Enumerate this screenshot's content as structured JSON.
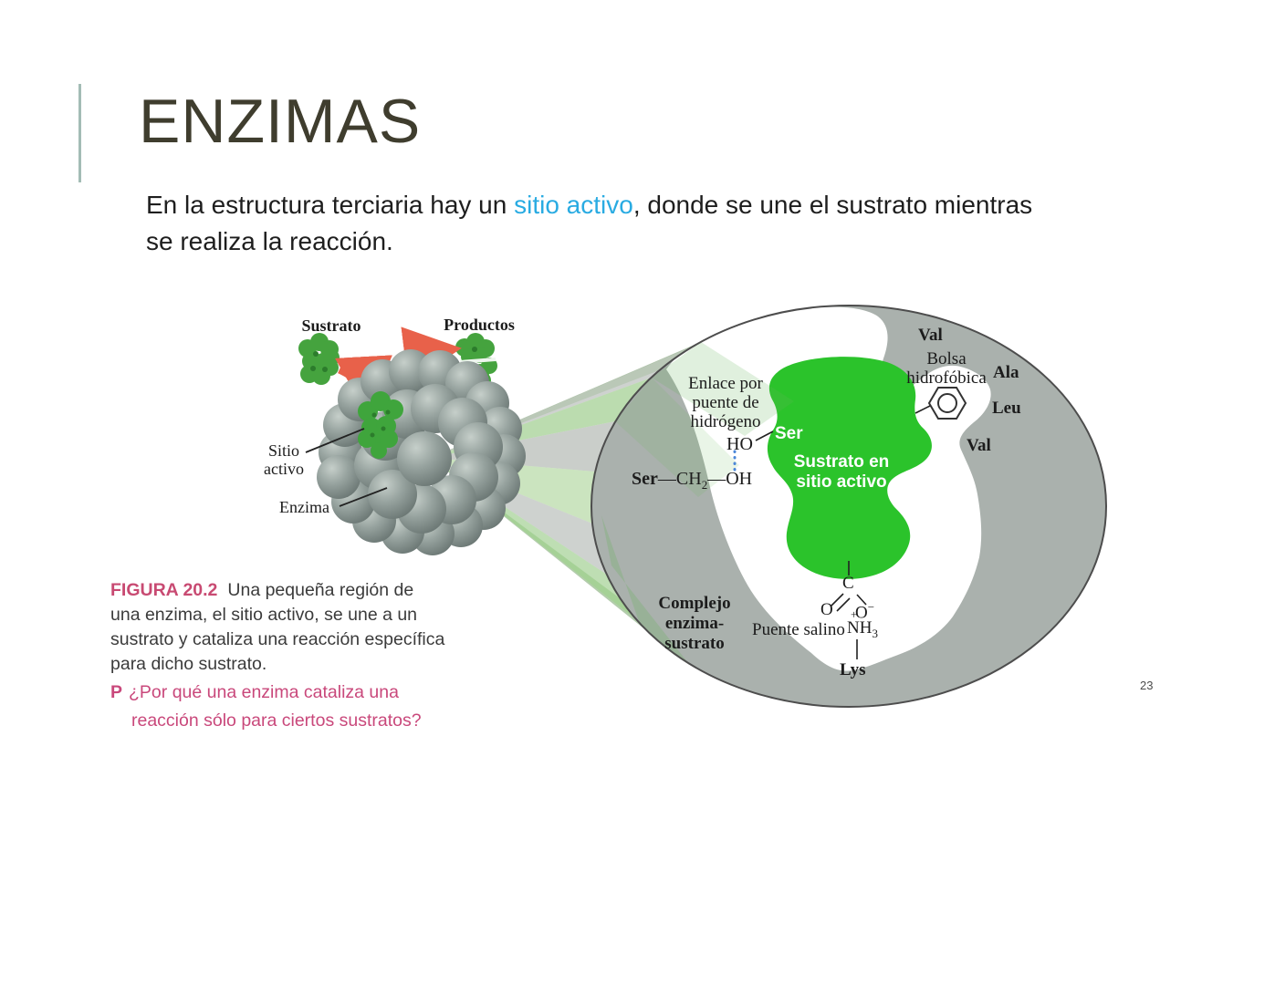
{
  "slide": {
    "title": "ENZIMAS",
    "page_number": "23",
    "body": {
      "pre": "En la estructura terciaria hay un ",
      "highlight": "sitio activo",
      "post": ", donde se une el sustrato mientras se realiza la reacción."
    }
  },
  "figure": {
    "overview": {
      "sustrato": "Sustrato",
      "productos": "Productos",
      "sitio_activo_line1": "Sitio",
      "sitio_activo_line2": "activo",
      "enzima": "Enzima"
    },
    "detail": {
      "val_top": "Val",
      "bolsa_line1": "Bolsa",
      "bolsa_line2": "hidrofóbica",
      "ala": "Ala",
      "leu": "Leu",
      "val_right": "Val",
      "enlace_line1": "Enlace por",
      "enlace_line2": "puente de",
      "enlace_line3": "hidrógeno",
      "ho": "HO",
      "ser_active": "Ser",
      "sustrato_sitio_line1": "Sustrato en",
      "sustrato_sitio_line2": "sitio activo",
      "chain": {
        "ser": "Ser",
        "bond1": "—",
        "ch": "CH",
        "ch_sub": "2",
        "bond2": "—",
        "oh": "OH"
      },
      "complejo_line1": "Complejo",
      "complejo_line2": "enzima-",
      "complejo_line3": "sustrato",
      "puente_salino": "Puente salino",
      "carbon": "C",
      "oxygen_left": "O",
      "oxygen_right": "O",
      "oxygen_charge": "−",
      "amine_plus": "+",
      "amine": "NH",
      "amine_sub": "3",
      "lys": "Lys"
    },
    "caption": {
      "figura_label": "FIGURA 20.2",
      "lines": [
        "Una pequeña región de",
        "una enzima, el sitio activo, se une a un",
        "sustrato y cataliza una reacción específica",
        "para dicho sustrato."
      ],
      "p_label": "P",
      "question_line1": "¿Por qué una enzima cataliza una",
      "question_line2": "reacción sólo para ciertos sustratos?"
    }
  },
  "colors": {
    "accent_teal": "#a3bcb5",
    "highlight_blue": "#29abe2",
    "title_gray": "#3f3d2e",
    "figure_green": "#2bc32b",
    "enzyme_gray": "#aab1ad",
    "arrow_orange": "#e8614a",
    "caption_pink": "#c9487b",
    "hbond_blue": "#4a86d8"
  }
}
